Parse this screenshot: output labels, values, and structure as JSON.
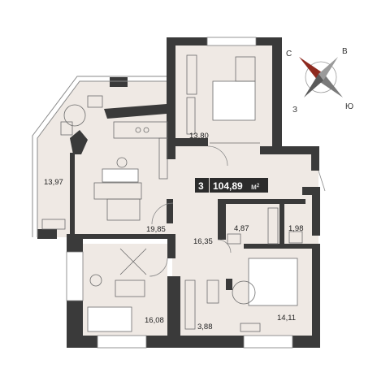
{
  "compass": {
    "north": "С",
    "east": "В",
    "south": "Ю",
    "west": "З"
  },
  "badge": {
    "rooms": "3",
    "area": "104,89",
    "unit": "м²"
  },
  "rooms": [
    {
      "id": "bedroom-top",
      "area": "13,80"
    },
    {
      "id": "loggia",
      "area": "13,97"
    },
    {
      "id": "kitchen-living",
      "area": "19,85"
    },
    {
      "id": "hall",
      "area": "16,35"
    },
    {
      "id": "bathroom",
      "area": "4,87"
    },
    {
      "id": "wc",
      "area": "1,98"
    },
    {
      "id": "bedroom-left",
      "area": "16,08"
    },
    {
      "id": "wardrobe",
      "area": "3,88"
    },
    {
      "id": "bedroom-right",
      "area": "14,11"
    }
  ],
  "colors": {
    "wall": "#3a3a3a",
    "floor": "#efe9e4",
    "accent": "#c0392b",
    "badge_bg": "#2b2b2b"
  }
}
